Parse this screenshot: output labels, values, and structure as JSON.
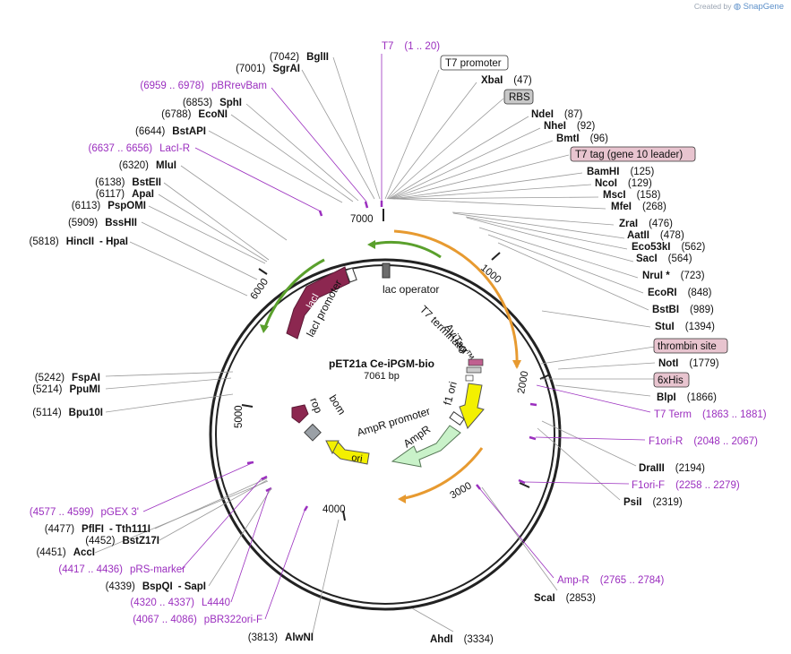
{
  "brand": {
    "prefix": "Created by",
    "name": "SnapGene"
  },
  "plasmid": {
    "name": "pET21a Ce-iPGM-bio",
    "size": "7061 bp"
  },
  "ticks": [
    "1000",
    "2000",
    "3000",
    "4000",
    "5000",
    "6000",
    "7000"
  ],
  "right_sites": [
    {
      "name": "XbaI",
      "pos": "(47)"
    },
    {
      "name": "NdeI",
      "pos": "(87)"
    },
    {
      "name": "NheI",
      "pos": "(92)"
    },
    {
      "name": "BmtI",
      "pos": "(96)"
    },
    {
      "name": "BamHI",
      "pos": "(125)"
    },
    {
      "name": "NcoI",
      "pos": "(129)"
    },
    {
      "name": "MscI",
      "pos": "(158)"
    },
    {
      "name": "MfeI",
      "pos": "(268)"
    },
    {
      "name": "ZraI",
      "pos": "(476)"
    },
    {
      "name": "AatII",
      "pos": "(478)"
    },
    {
      "name": "Eco53kI",
      "pos": "(562)"
    },
    {
      "name": "SacI",
      "pos": "(564)"
    },
    {
      "name": "NruI *",
      "pos": "(723)"
    },
    {
      "name": "EcoRI",
      "pos": "(848)"
    },
    {
      "name": "BstBI",
      "pos": "(989)"
    },
    {
      "name": "StuI",
      "pos": "(1394)"
    },
    {
      "name": "NotI",
      "pos": "(1779)"
    },
    {
      "name": "BlpI",
      "pos": "(1866)"
    },
    {
      "name": "DraIII",
      "pos": "(2194)"
    },
    {
      "name": "PsiI",
      "pos": "(2319)"
    },
    {
      "name": "ScaI",
      "pos": "(2853)"
    },
    {
      "name": "AhdI",
      "pos": "(3334)"
    }
  ],
  "left_sites": [
    {
      "pos": "(7042)",
      "name": "BglII"
    },
    {
      "pos": "(7001)",
      "name": "SgrAI"
    },
    {
      "pos": "(6853)",
      "name": "SphI"
    },
    {
      "pos": "(6788)",
      "name": "EcoNI"
    },
    {
      "pos": "(6644)",
      "name": "BstAPI"
    },
    {
      "pos": "(6320)",
      "name": "MluI"
    },
    {
      "pos": "(6138)",
      "name": "BstEII"
    },
    {
      "pos": "(6117)",
      "name": "ApaI"
    },
    {
      "pos": "(6113)",
      "name": "PspOMI"
    },
    {
      "pos": "(5909)",
      "name": "BssHII"
    },
    {
      "pos": "(5818)",
      "name": "HincII",
      "name2": "- HpaI"
    },
    {
      "pos": "(5242)",
      "name": "FspAI"
    },
    {
      "pos": "(5214)",
      "name": "PpuMI"
    },
    {
      "pos": "(5114)",
      "name": "Bpu10I"
    },
    {
      "pos": "(4477)",
      "name": "PflFI",
      "name2": "- Tth111I"
    },
    {
      "pos": "(4452)",
      "name": "BstZ17I"
    },
    {
      "pos": "(4451)",
      "name": "AccI"
    },
    {
      "pos": "(4339)",
      "name": "BspQI",
      "name2": "- SapI"
    },
    {
      "pos": "(3813)",
      "name": "AlwNI"
    }
  ],
  "primers": [
    {
      "name": "T7",
      "range": "(1 .. 20)"
    },
    {
      "range": "(6959 .. 6978)",
      "name": "pBRrevBam"
    },
    {
      "range": "(6637 .. 6656)",
      "name": "LacI-R"
    },
    {
      "name": "T7 Term",
      "range": "(1863 .. 1881)"
    },
    {
      "name": "F1ori-R",
      "range": "(2048 .. 2067)"
    },
    {
      "name": "F1ori-F",
      "range": "(2258 .. 2279)"
    },
    {
      "name": "Amp-R",
      "range": "(2765 .. 2784)"
    },
    {
      "range": "(4577 .. 4599)",
      "name": "pGEX 3'"
    },
    {
      "range": "(4417 .. 4436)",
      "name": "pRS-marker"
    },
    {
      "range": "(4320 .. 4337)",
      "name": "L4440"
    },
    {
      "range": "(4067 .. 4086)",
      "name": "pBR322ori-F"
    }
  ],
  "boxed": [
    {
      "text": "T7 promoter",
      "color": "#ffffff"
    },
    {
      "text": "RBS",
      "color": "#c8c8c8"
    },
    {
      "text": "T7 tag (gene 10 leader)",
      "color": "#e8c4cf"
    },
    {
      "text": "thrombin site",
      "color": "#e8c4cf"
    },
    {
      "text": "6xHis",
      "color": "#e8c4cf"
    }
  ],
  "inner_features": [
    {
      "text": "lac operator"
    },
    {
      "text": "T7 terminator"
    },
    {
      "text": "AviTag™"
    },
    {
      "text": "f1 ori"
    },
    {
      "text": "AmpR promoter"
    },
    {
      "text": "AmpR"
    },
    {
      "text": "ori"
    },
    {
      "text": "rop"
    },
    {
      "text": "bom"
    },
    {
      "text": "lacI"
    },
    {
      "text": "lacI promoter"
    }
  ],
  "colors": {
    "lacI": "#8c2750",
    "green_arrow": "#5aa02c",
    "orange_arc": "#e79a30",
    "ampr": "#c9f2c9",
    "ori": "#f3f000",
    "primer": "#9b2fbf"
  }
}
